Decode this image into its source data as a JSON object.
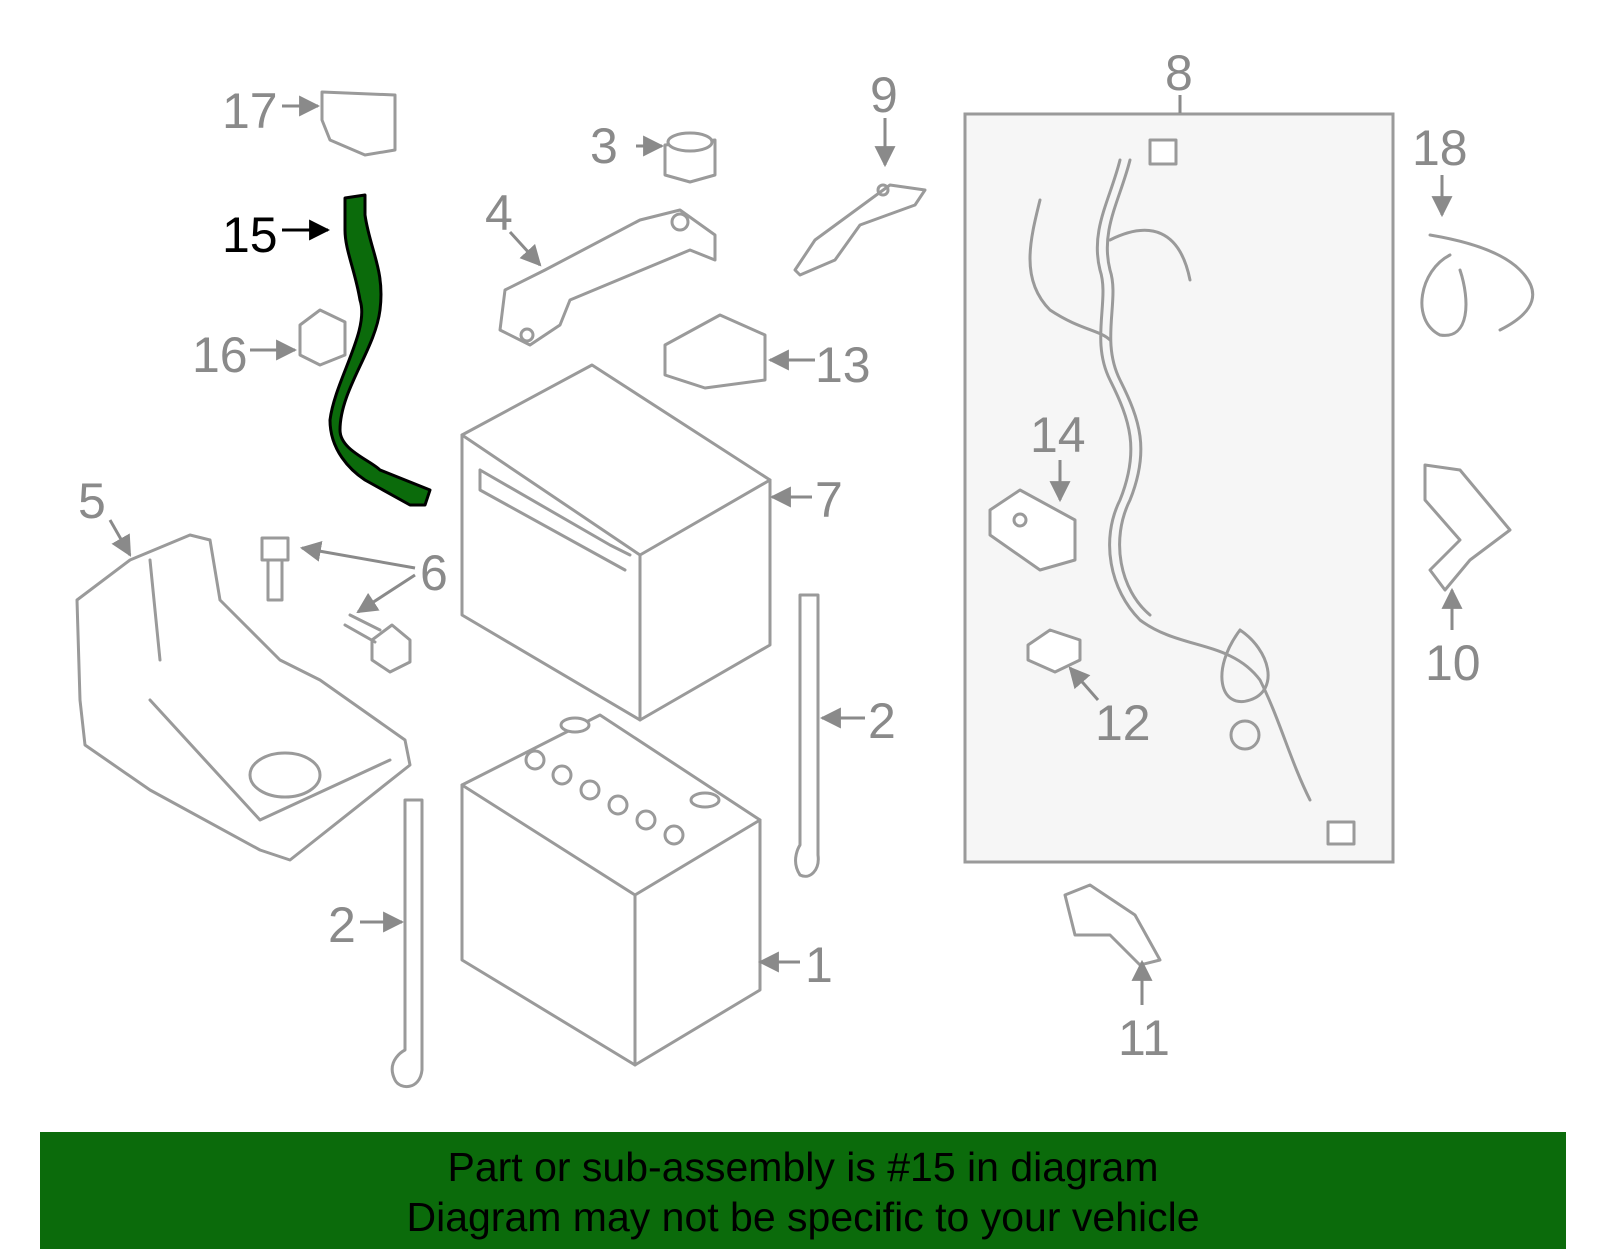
{
  "labels": {
    "l1": "1",
    "l2a": "2",
    "l2b": "2",
    "l3": "3",
    "l4": "4",
    "l5": "5",
    "l6": "6",
    "l7": "7",
    "l8": "8",
    "l9": "9",
    "l10": "10",
    "l11": "11",
    "l12": "12",
    "l13": "13",
    "l14": "14",
    "l15": "15",
    "l16": "16",
    "l17": "17",
    "l18": "18"
  },
  "highlight_color": "#0b6b0b",
  "banner": {
    "line1": "Part or sub-assembly is #15 in diagram",
    "line2": "Diagram may not be specific to your vehicle"
  }
}
